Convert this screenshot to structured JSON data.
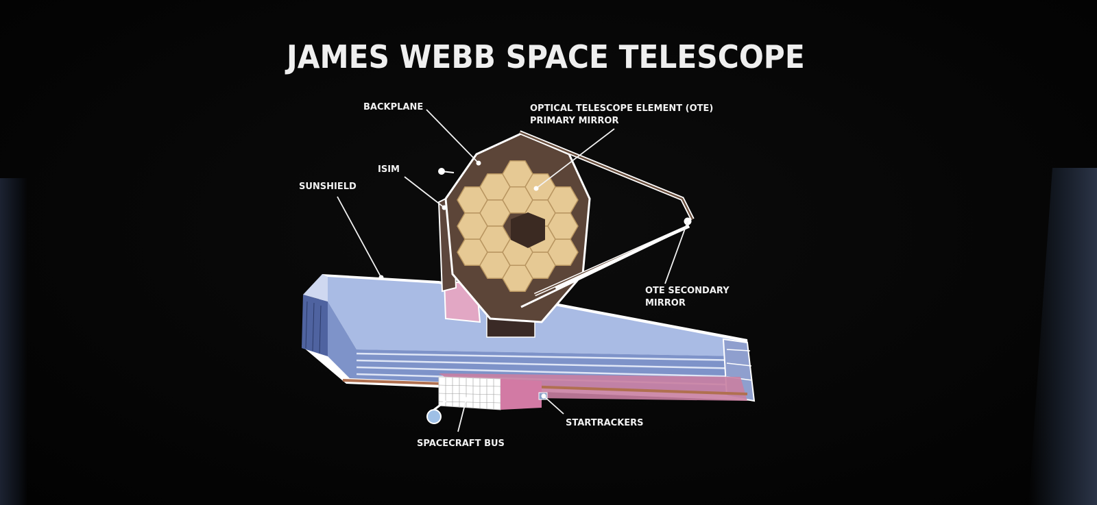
{
  "title": "JAMES WEBB SPACE TELESCOPE",
  "labels": {
    "backplane": "BACKPLANE",
    "ote_line1": "OPTICAL TELESCOPE ELEMENT (OTE)",
    "ote_line2": "PRIMARY MIRROR",
    "isim": "ISIM",
    "sunshield": "SUNSHIELD",
    "secondary_line1": "OTE SECONDARY",
    "secondary_line2": "MIRROR",
    "startrackers": "STARTRACKERS",
    "spacecraft_bus": "SPACECRAFT BUS"
  },
  "colors": {
    "background": "#050505",
    "text": "#f2f2f2",
    "mirror_gold": "#e6c994",
    "sunshield_blue": "#a7b8e2",
    "structure_pink": "#d88fb0"
  }
}
